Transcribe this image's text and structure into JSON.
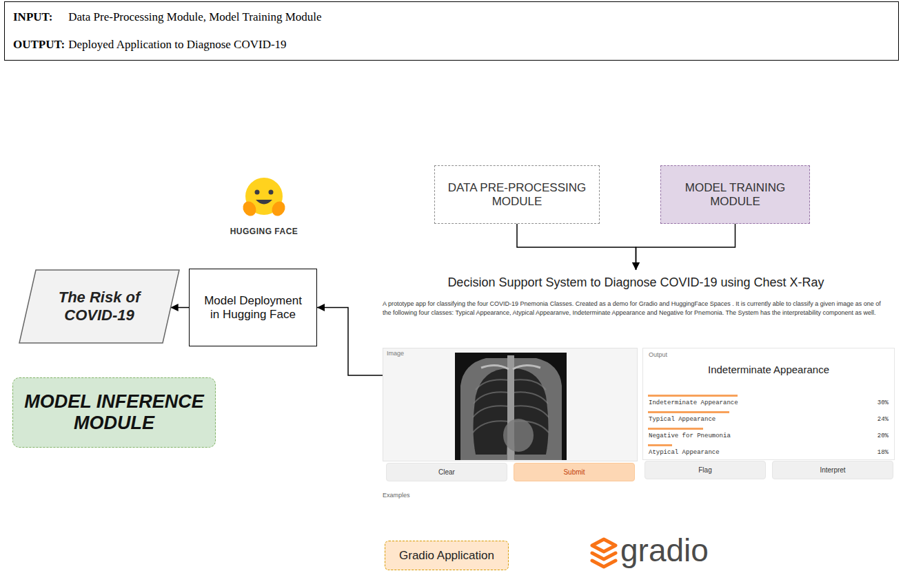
{
  "diagram": {
    "nodes": [
      {
        "text": [
          "INPUT:",
          "Data Pre-Processing Module, Model Training Module",
          "OUTPUT:",
          "Deployed Application to Diagnose COVID-19"
        ]
      },
      {
        "text": [
          "DATA PRE-PROCESSING MODULE"
        ]
      },
      {
        "text": [
          "MODEL TRAINING MODULE"
        ]
      },
      {
        "text": [
          "Model Deployment in Hugging Face"
        ]
      },
      {
        "text": [
          "The Risk of COVID-19"
        ]
      },
      {
        "text": [
          "MODEL INFERENCE MODULE"
        ]
      },
      {
        "text": [
          "Decision Support System to Diagnose COVID-19 using Chest X-Ray",
          "A prototype app for classifying the four COVID-19 Pnemonia Classes. Created as a demo for Gradio and HuggingFace Spaces . It is currently able to classify a given image as one of the following four classes: Typical Appearance, Atypical Appearanve, Indeterminate Appearance and Negative for Pnemonia. The System has the interpretability component as well.",
          "Examples"
        ]
      },
      {
        "text": [
          "Image"
        ],
        "in": 6
      },
      {
        "text": [
          "Output",
          "Indeterminate Appearance",
          "Indeterminate Appearance",
          "30%",
          "Typical Appearance",
          "24%",
          "Negative for Pneumonia",
          "20%",
          "Atypical Appearance",
          "18%"
        ],
        "in": 6
      },
      {
        "text": [
          "Clear"
        ],
        "in": 6
      },
      {
        "text": [
          "Submit"
        ],
        "in": 6
      },
      {
        "text": [
          "Flag"
        ],
        "in": 6
      },
      {
        "text": [
          "Interpret"
        ],
        "in": 6
      },
      {
        "text": [
          "Gradio Application"
        ]
      }
    ],
    "edges": [
      {
        "from": 1,
        "to": 6,
        "arrow": "to"
      },
      {
        "from": 2,
        "to": 6,
        "arrow": "to"
      },
      {
        "from": 7,
        "to": 3,
        "arrow": "to"
      },
      {
        "from": 3,
        "to": 4,
        "arrow": "to"
      }
    ],
    "labels": [
      "HUGGING FACE",
      "gradio"
    ]
  }
}
